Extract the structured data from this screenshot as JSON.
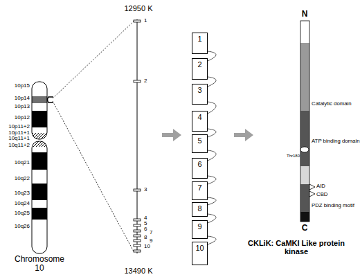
{
  "diagram": {
    "nodes": [
      {
        "text": [
          "1"
        ]
      },
      {
        "text": [
          "2"
        ]
      },
      {
        "text": [
          "3"
        ]
      },
      {
        "text": [
          "4"
        ]
      },
      {
        "text": [
          "5"
        ]
      },
      {
        "text": [
          "6"
        ]
      },
      {
        "text": [
          "7"
        ]
      },
      {
        "text": [
          "8"
        ]
      },
      {
        "text": [
          "9"
        ]
      },
      {
        "text": [
          "10"
        ]
      }
    ],
    "edges": [
      {
        "from": 0,
        "to": 1,
        "arrow": "none"
      },
      {
        "from": 1,
        "to": 2,
        "arrow": "none"
      },
      {
        "from": 2,
        "to": 3,
        "arrow": "none"
      },
      {
        "from": 3,
        "to": 4,
        "arrow": "none"
      },
      {
        "from": 4,
        "to": 5,
        "arrow": "none"
      },
      {
        "from": 5,
        "to": 6,
        "arrow": "none"
      },
      {
        "from": 6,
        "to": 7,
        "arrow": "none"
      },
      {
        "from": 7,
        "to": 8,
        "arrow": "none"
      },
      {
        "from": 8,
        "to": 9,
        "arrow": "none"
      }
    ],
    "labels": [
      "12950 K",
      "13490 K",
      "10p15",
      "10p14",
      "10p13",
      "10p12",
      "10p11+2",
      "10p11+1",
      "10q11+1",
      "10q11+2",
      "10q21",
      "10q22",
      "10q23",
      "10q24",
      "10q25",
      "10q26",
      "Chromosome 10",
      "1",
      "2",
      "3",
      "4",
      "5",
      "6",
      "7",
      "8",
      "9",
      "10",
      "N",
      "C",
      "Catalytic domain",
      "ATP binding domain",
      "Thr180",
      "AID",
      "CBD",
      "PDZ binding motif",
      "CKLiK: CaMKI Like protein kinase"
    ]
  }
}
